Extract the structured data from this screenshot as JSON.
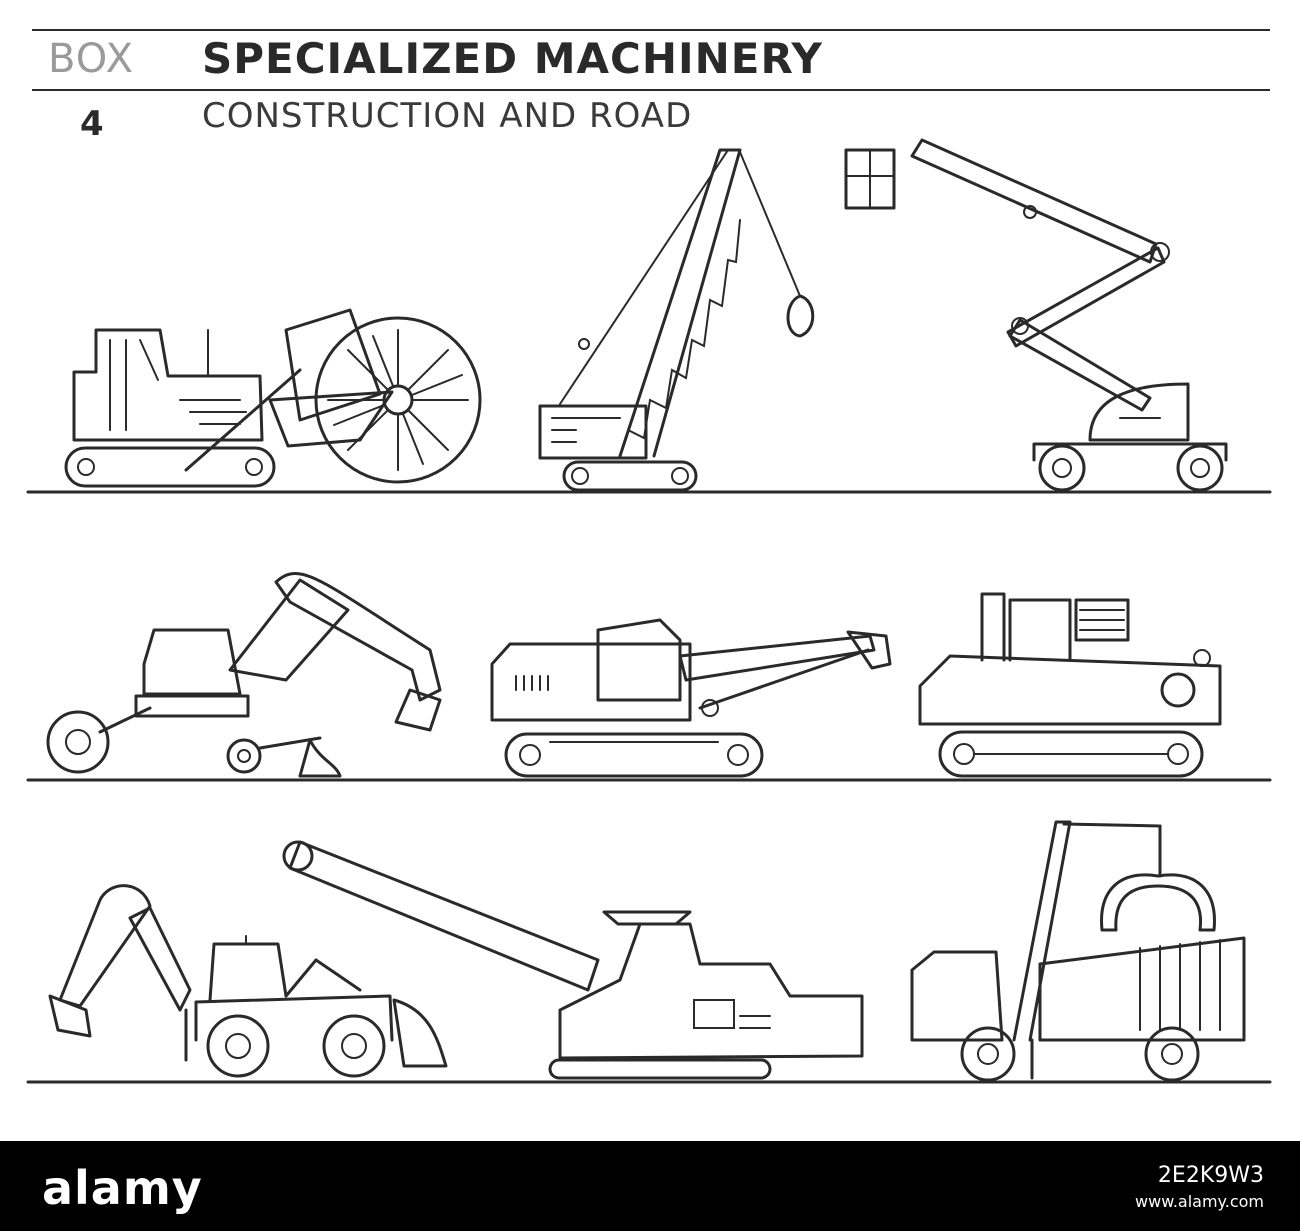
{
  "header": {
    "box_label": "BOX",
    "box_number": "4",
    "title": "SPECIALIZED MACHINERY",
    "subtitle": "CONSTRUCTION AND ROAD"
  },
  "footer": {
    "logo": "alamy",
    "image_id": "2E2K9W3",
    "url": "www.alamy.com"
  },
  "colors": {
    "line": "#2a2a2a",
    "background": "#ffffff",
    "footer": "#000000"
  },
  "machines": [
    {
      "id": "trencher",
      "icon": "wheel-trencher-icon"
    },
    {
      "id": "demolition-crane",
      "icon": "wrecking-ball-crane-icon"
    },
    {
      "id": "boom-lift",
      "icon": "articulated-boom-lift-icon"
    },
    {
      "id": "walking-excavator",
      "icon": "walking-excavator-icon"
    },
    {
      "id": "long-reach-excavator",
      "icon": "long-reach-excavator-icon"
    },
    {
      "id": "drilling-rig",
      "icon": "crawler-drill-icon"
    },
    {
      "id": "backhoe-loader",
      "icon": "backhoe-loader-icon"
    },
    {
      "id": "cold-planer",
      "icon": "cold-milling-machine-icon"
    },
    {
      "id": "grapple-truck",
      "icon": "grapple-loader-truck-icon"
    }
  ]
}
